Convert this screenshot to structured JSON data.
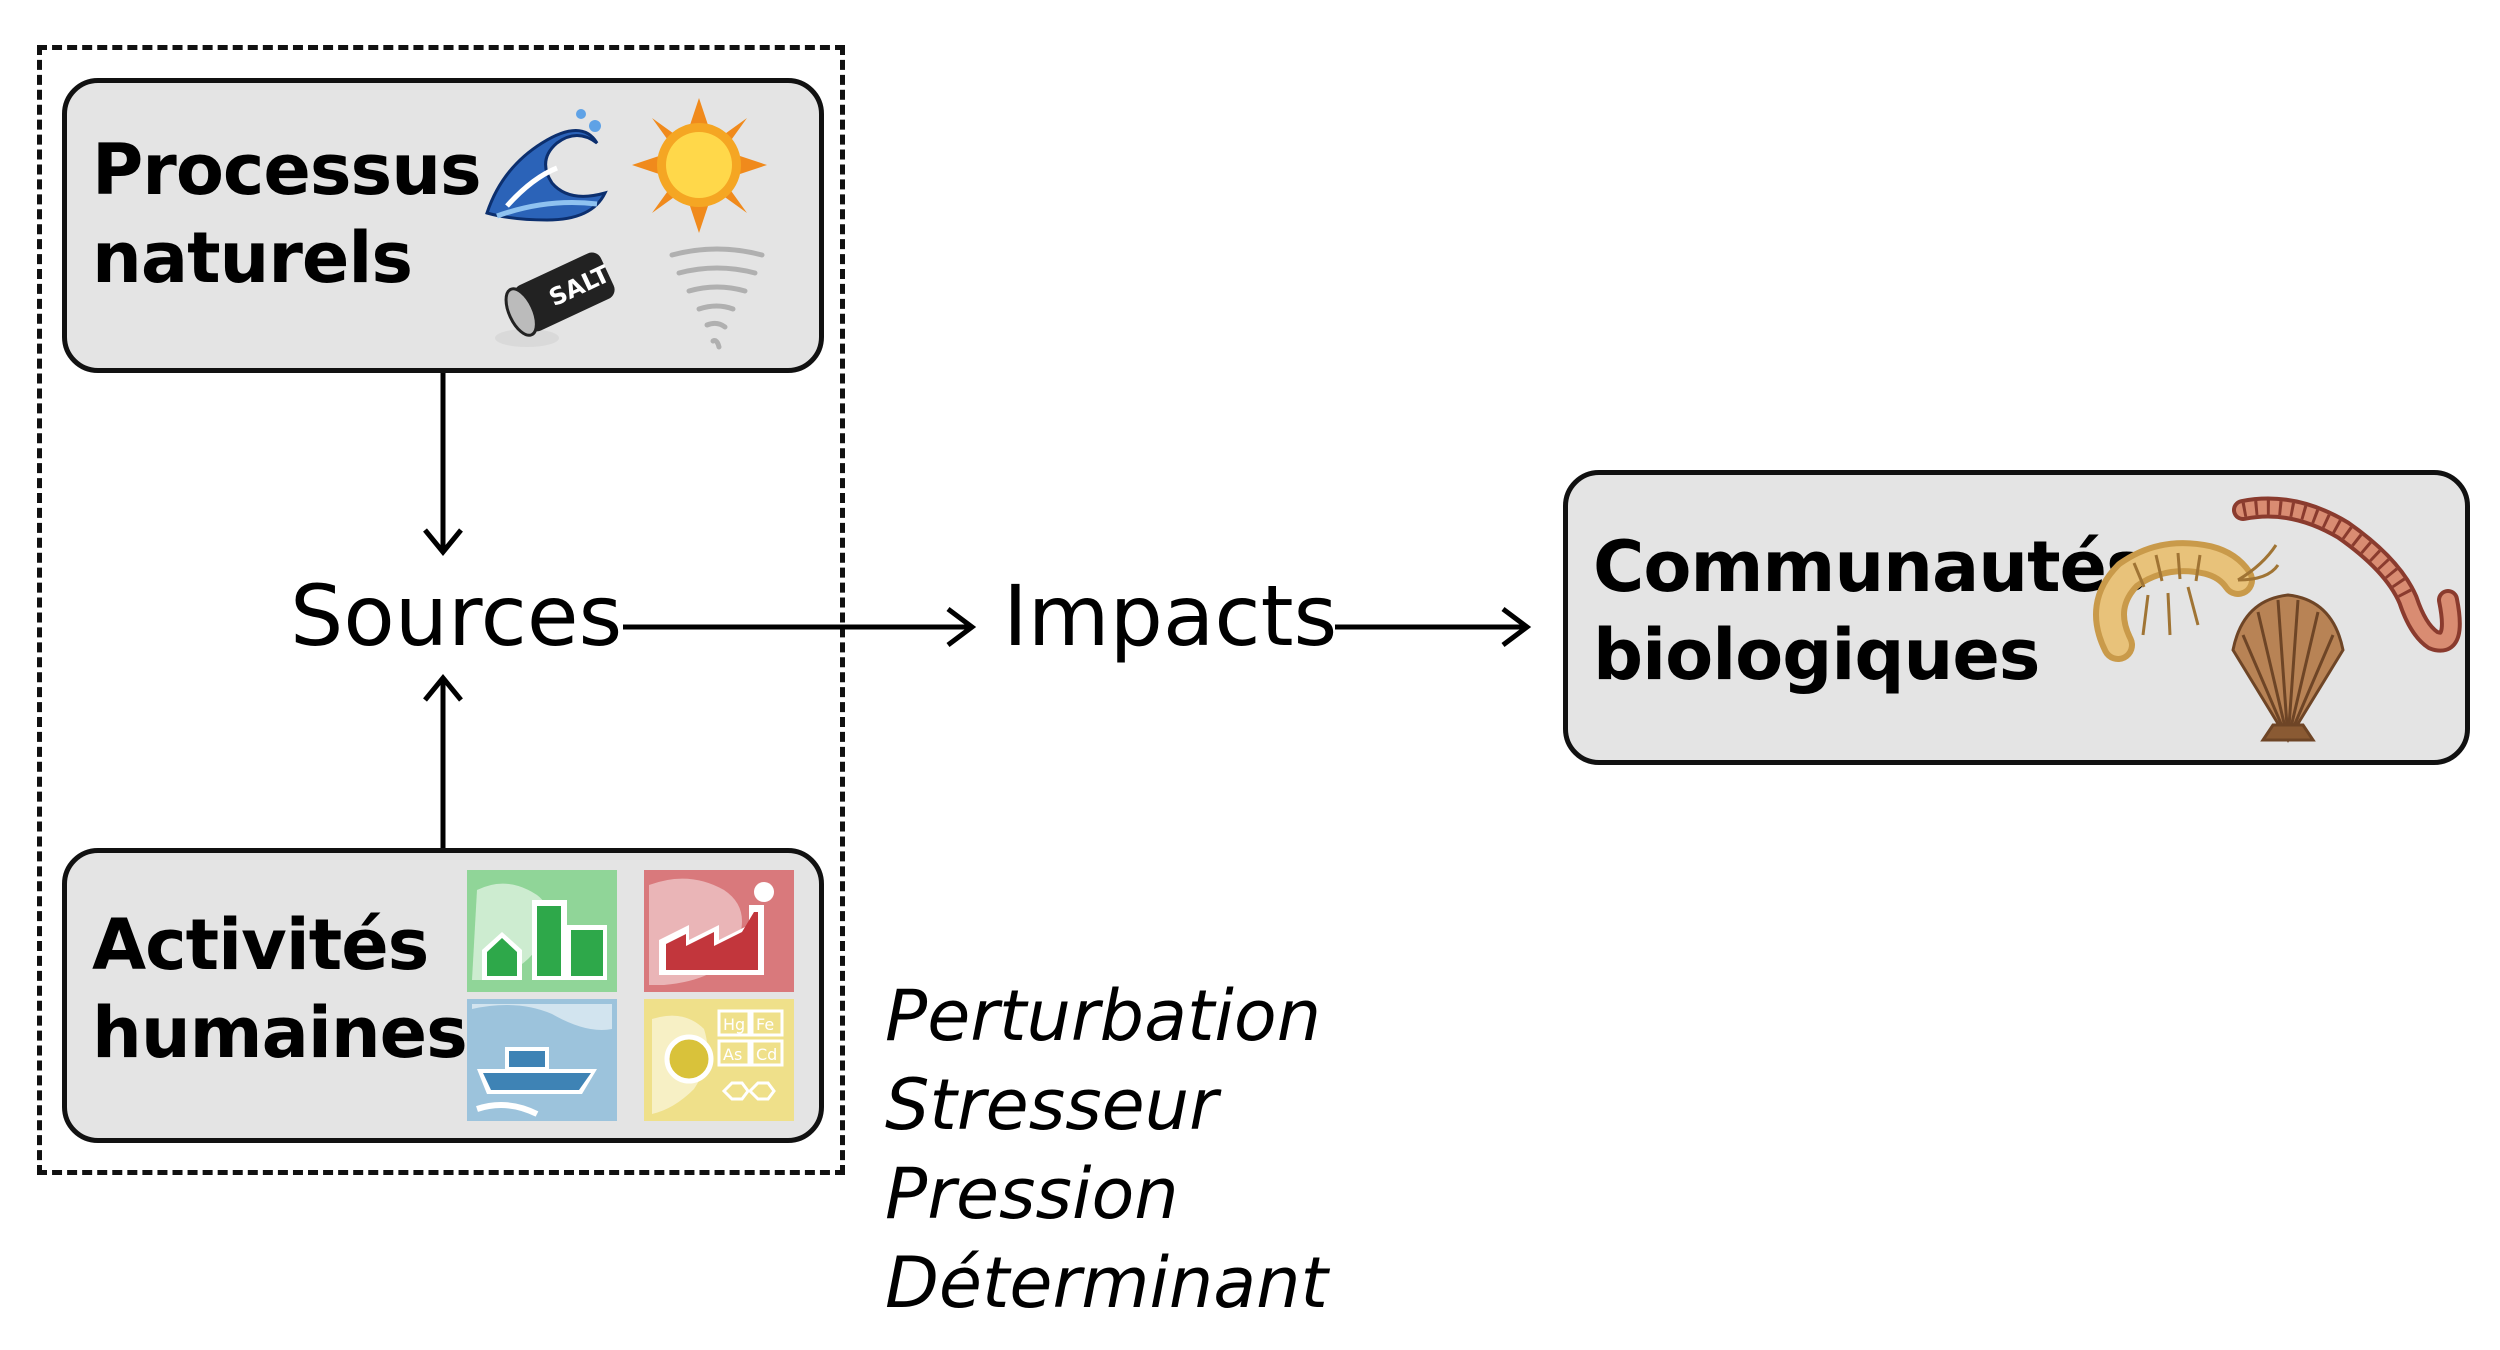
{
  "groups": {
    "sources_group_style": "dashed"
  },
  "boxes": {
    "natural": {
      "label": "Processus\nnaturels",
      "icons": [
        "wave-icon",
        "sun-icon",
        "salt-shaker-icon",
        "tornado-icon"
      ]
    },
    "human": {
      "label": "Activités\nhumaines",
      "icons": [
        "urban-map-icon",
        "industry-map-icon",
        "shipping-map-icon",
        "chemistry-map-icon"
      ],
      "icon_text": {
        "hg": "Hg",
        "fe": "Fe",
        "as": "As",
        "cd": "Cd"
      }
    },
    "biological": {
      "label": "Communautés\nbiologiques",
      "icons": [
        "amphipod-icon",
        "worm-icon",
        "scallop-icon"
      ]
    }
  },
  "flow": {
    "sources": "Sources",
    "impacts": "Impacts"
  },
  "terms": [
    "Perturbation",
    "Stresseur",
    "Pression",
    "Déterminant"
  ],
  "colors": {
    "box_fill": "#e4e4e4",
    "urban": "#86d38f",
    "industry": "#d9797c",
    "shipping": "#9cc3dc",
    "chemistry": "#efe08a"
  }
}
